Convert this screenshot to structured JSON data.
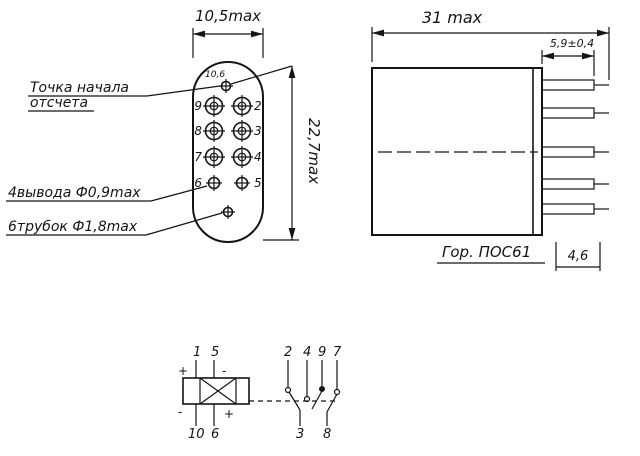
{
  "front_view": {
    "dim_width": "10,5max",
    "dim_height": "22,7max",
    "top_pin_note": "10,6",
    "callout_start_line1": "Точка начала",
    "callout_start_line2": "отсчета",
    "callout_leads": "4вывода Ф0,9max",
    "callout_tubes": "6трубок Ф1,8max",
    "pins_left": [
      "9",
      "8",
      "7",
      "6"
    ],
    "pins_right": [
      "2",
      "3",
      "4",
      "5"
    ]
  },
  "side_view": {
    "dim_length": "31 max",
    "dim_pins": "5,9±0,4",
    "dim_pitch": "4,6",
    "note_solder": "Гор. ПОС61"
  },
  "schematic": {
    "coil_top": [
      "1",
      "5"
    ],
    "coil_bottom": [
      "10",
      "6"
    ],
    "contacts_top": [
      "2",
      "4",
      "9",
      "7"
    ],
    "contacts_bottom": [
      "3",
      "8"
    ],
    "sign_top_left": "+",
    "sign_top_right": "-",
    "sign_bottom_left": "-",
    "sign_bottom_right": "+"
  }
}
